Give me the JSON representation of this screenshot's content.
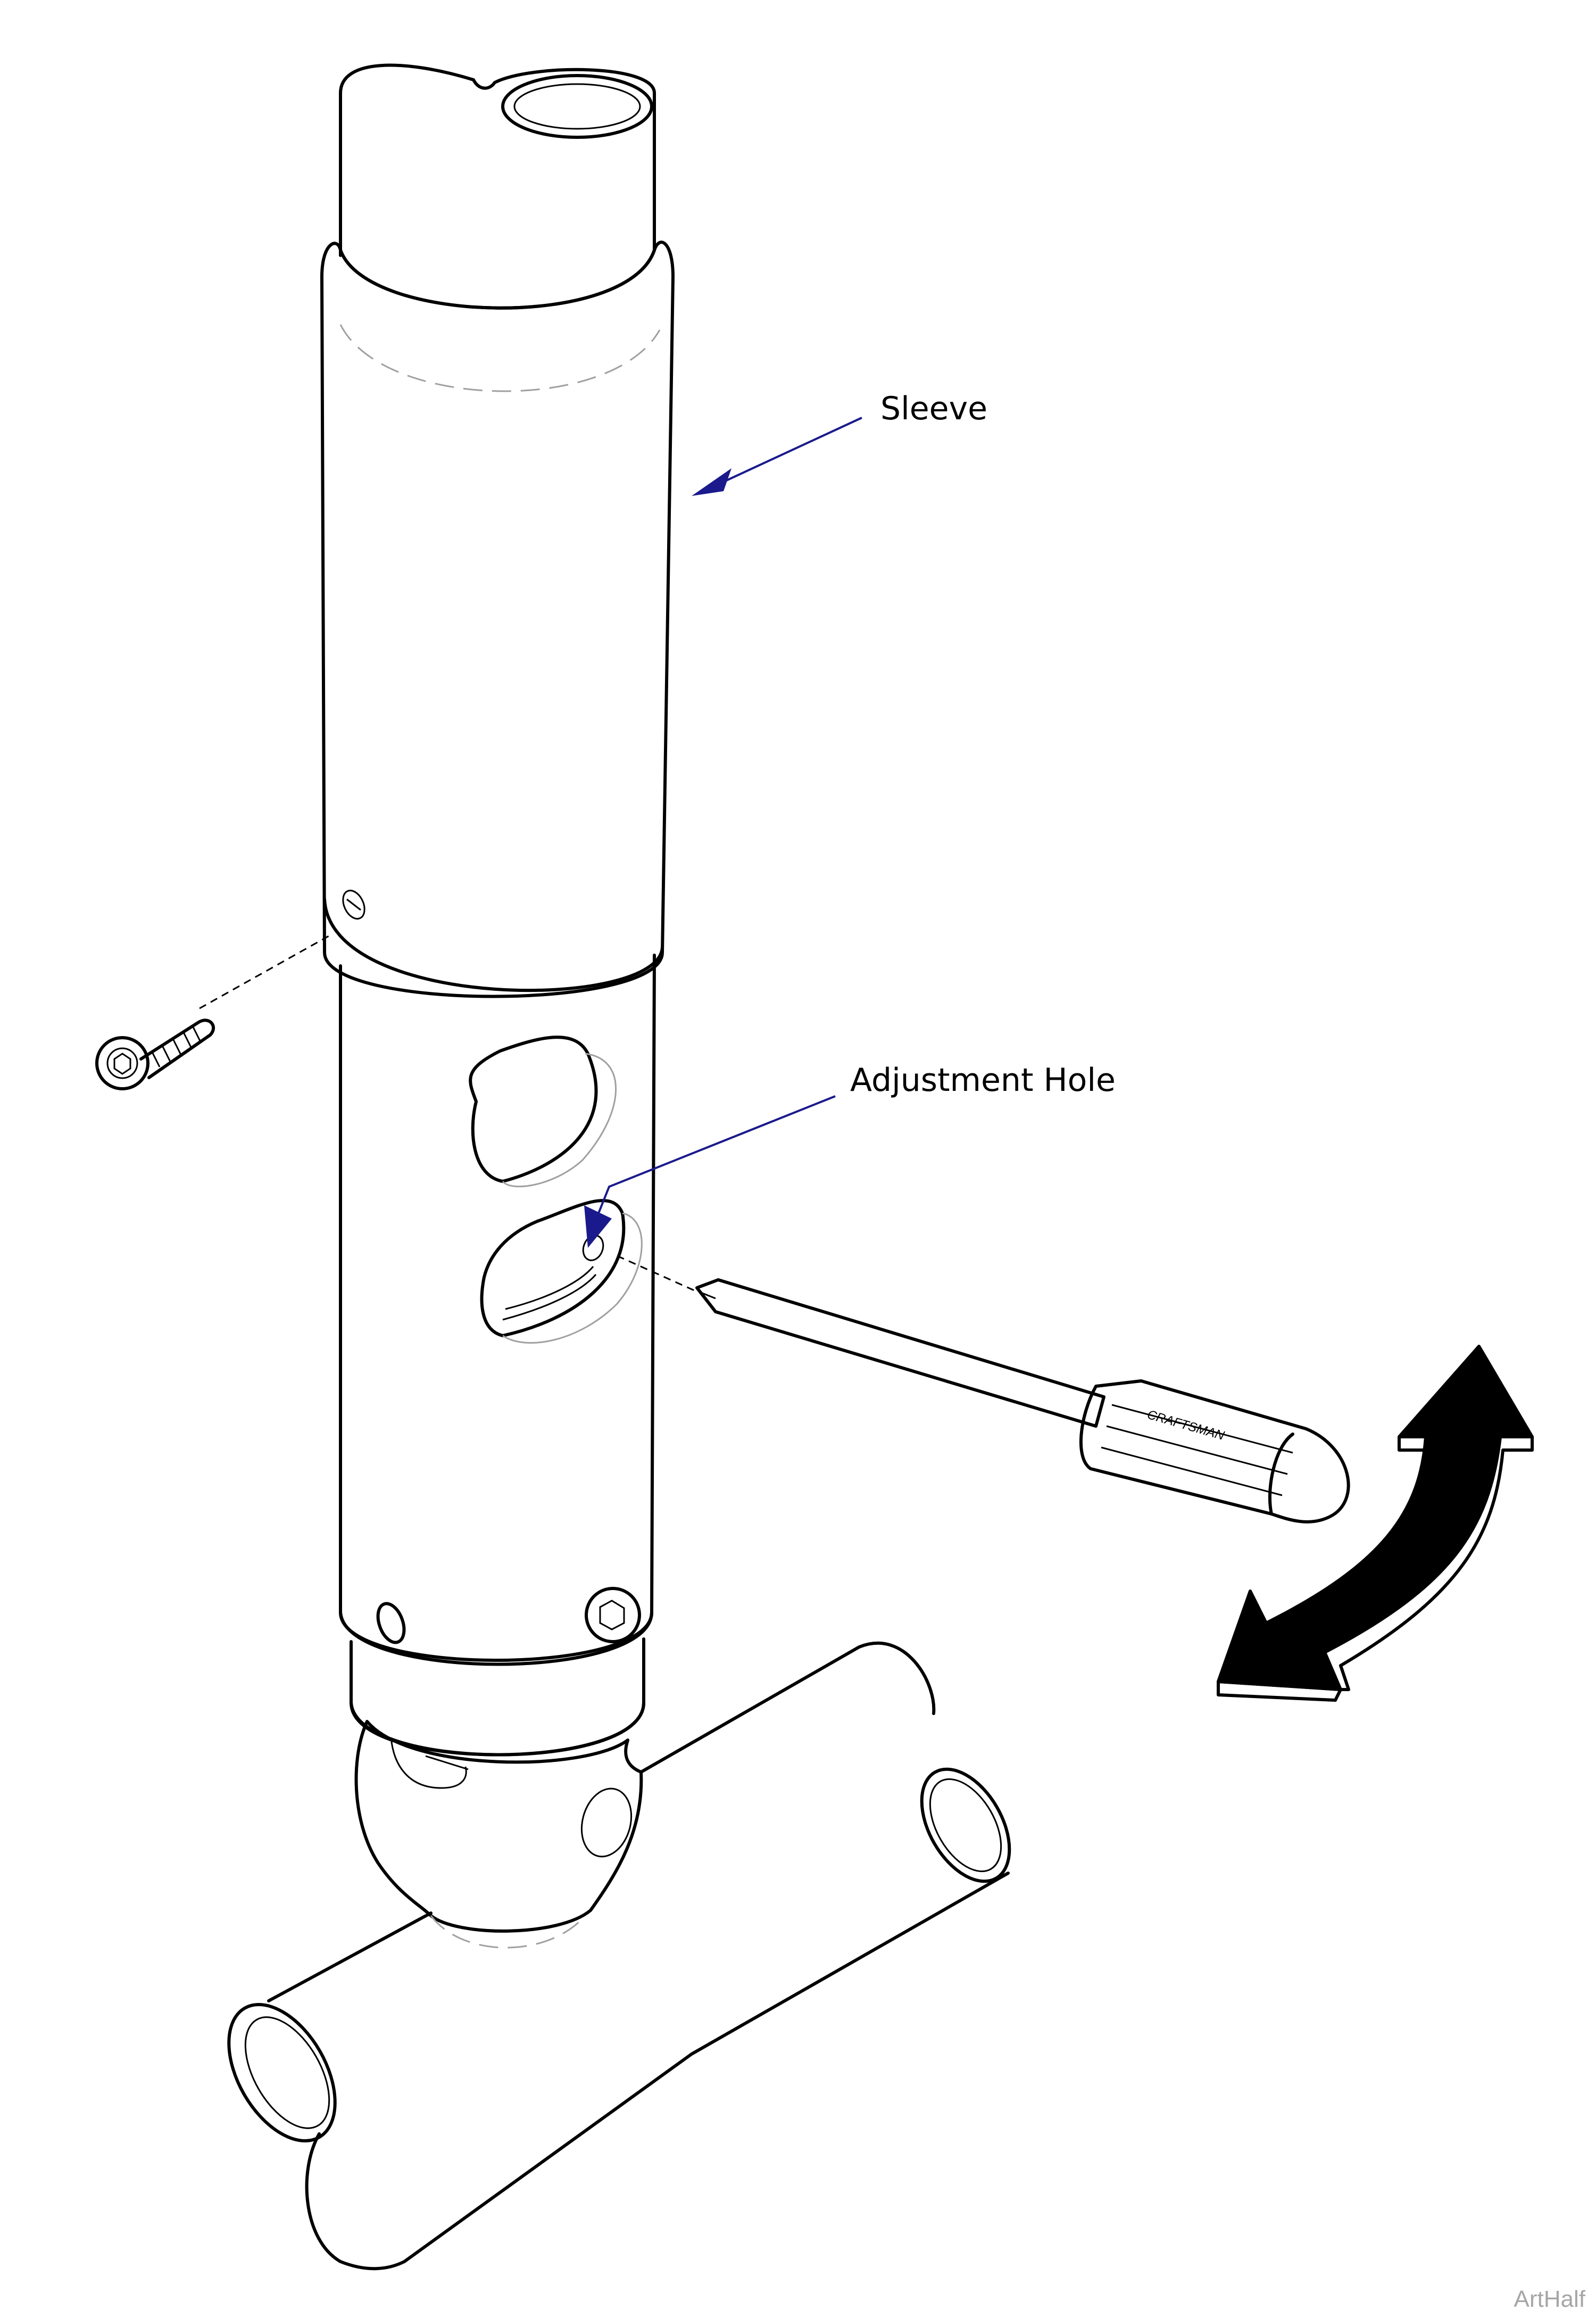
{
  "labels": {
    "sleeve": "Sleeve",
    "adjustment_hole": "Adjustment Hole"
  },
  "screwdriver_brand": "CRAFTSMAN",
  "watermark": "ArtHalf",
  "colors": {
    "leader_line": "#1a1a8c",
    "outline": "#000000",
    "ball_fill": "#e6e6e6",
    "watermark": "#a6a6a6"
  }
}
